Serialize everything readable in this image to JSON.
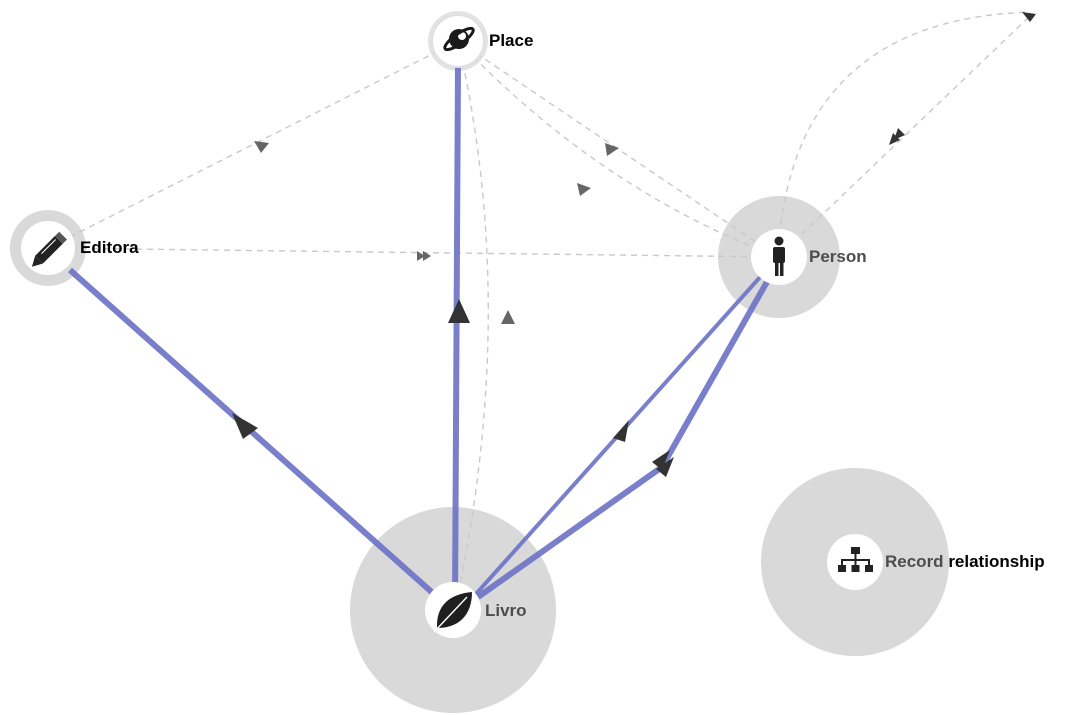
{
  "nodes": {
    "place": {
      "label": "Place",
      "icon": "planet-icon"
    },
    "editora": {
      "label": "Editora",
      "icon": "pencil-icon"
    },
    "person": {
      "label": "Person",
      "icon": "person-icon"
    },
    "livro": {
      "label": "Livro",
      "icon": "leaf-icon"
    },
    "record": {
      "label_dim": "Record",
      "label_bold": "relationship",
      "icon": "hierarchy-icon"
    }
  },
  "colors": {
    "edge_solid": "#6f74c8",
    "edge_dashed": "#c9c9c9",
    "halo": "#d9d9d9"
  }
}
